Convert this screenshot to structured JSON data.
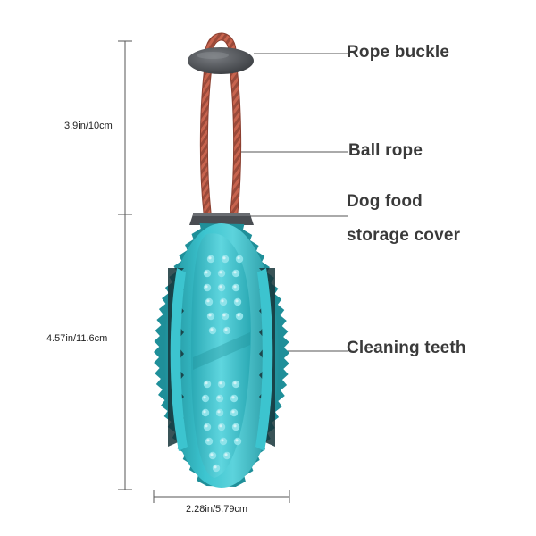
{
  "labels": {
    "rope_buckle": "Rope buckle",
    "ball_rope": "Ball rope",
    "cover_line1": "Dog food",
    "cover_line2": "storage cover",
    "cleaning_teeth": "Cleaning teeth"
  },
  "dimensions": {
    "rope_height": "3.9in/10cm",
    "body_height": "4.57in/11.6cm",
    "body_width": "2.28in/5.79cm"
  },
  "colors": {
    "body": "#3cc4cf",
    "body_dark": "#1f8f99",
    "body_light": "#8fe3ea",
    "cavity": "#16353a",
    "rope": "#c8644e",
    "rope_dark": "#8a3e2f",
    "buckle": "#505357",
    "cap": "#4a4d52",
    "guide": "#555555"
  },
  "icons": {
    "rope_buckle": "rope-buckle-icon",
    "toy": "toothbrush-ball-toy-icon"
  }
}
